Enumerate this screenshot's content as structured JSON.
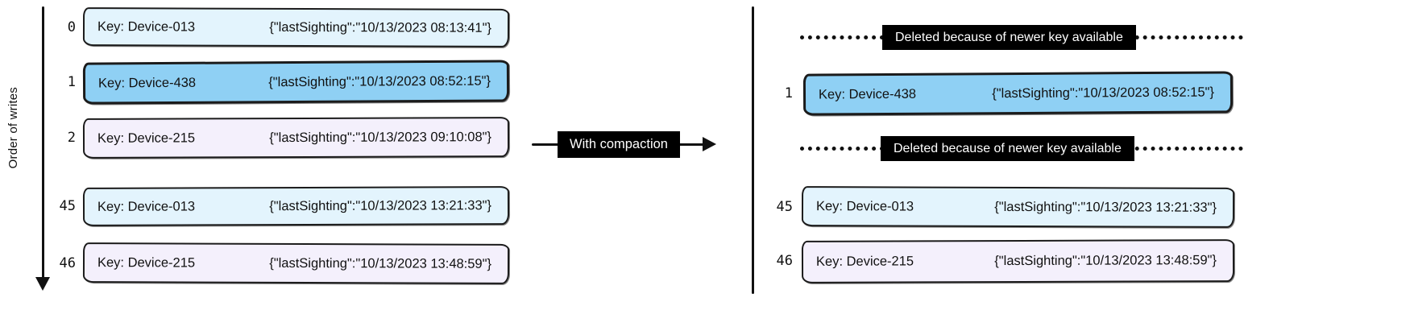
{
  "left": {
    "axis_label": "Order of writes",
    "entries": [
      {
        "index": "0",
        "key": "Key: Device-013",
        "value": "{\"lastSighting\":\"10/13/2023 08:13:41\"}"
      },
      {
        "index": "1",
        "key": "Key: Device-438",
        "value": "{\"lastSighting\":\"10/13/2023 08:52:15\"}"
      },
      {
        "index": "2",
        "key": "Key: Device-215",
        "value": "{\"lastSighting\":\"10/13/2023 09:10:08\"}"
      },
      {
        "index": "45",
        "key": "Key: Device-013",
        "value": "{\"lastSighting\":\"10/13/2023 13:21:33\"}"
      },
      {
        "index": "46",
        "key": "Key: Device-215",
        "value": "{\"lastSighting\":\"10/13/2023 13:48:59\"}"
      }
    ]
  },
  "transform_arrow": {
    "label": "With compaction"
  },
  "right": {
    "deleted_label": "Deleted because of newer key available",
    "entries": [
      {
        "index": "1",
        "key": "Key: Device-438",
        "value": "{\"lastSighting\":\"10/13/2023 08:52:15\"}"
      },
      {
        "index": "45",
        "key": "Key: Device-013",
        "value": "{\"lastSighting\":\"10/13/2023 13:21:33\"}"
      },
      {
        "index": "46",
        "key": "Key: Device-215",
        "value": "{\"lastSighting\":\"10/13/2023 13:48:59\"}"
      }
    ]
  },
  "colors": {
    "entry_light_blue": "#e3f4fd",
    "entry_highlight_blue": "#8fd0f4",
    "entry_lavender": "#f4f0fc",
    "stroke": "#1b1b1b",
    "badge_background": "#000000",
    "badge_text": "#ffffff"
  }
}
